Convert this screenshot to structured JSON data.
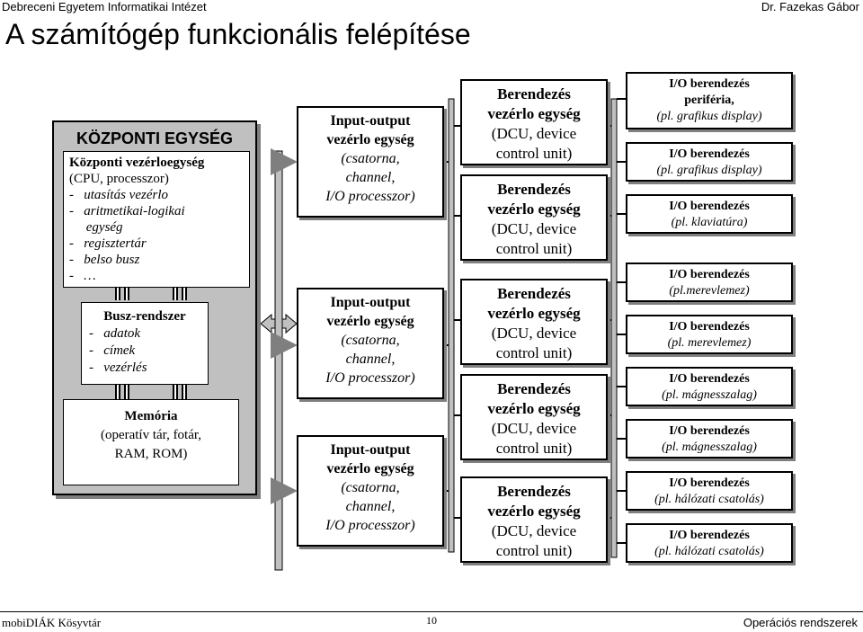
{
  "header": {
    "left": "Debreceni Egyetem Informatikai Intézet",
    "right": "Dr. Fazekas Gábor"
  },
  "title": "A számítógép funkcionális felépítése",
  "cpu": {
    "title": "KÖZPONTI EGYSÉG",
    "control": {
      "heading": "Központi vezérloegység",
      "sub": "(CPU, processzor)",
      "items": [
        "-   utasítás vezérlo",
        "-   aritmetikai-logikai",
        "     egység",
        "-   regisztertár",
        "-   belso busz",
        "-   …"
      ]
    },
    "bus": {
      "heading": "Busz-rendszer",
      "items": [
        "-   adatok",
        "-   címek",
        "-   vezérlés"
      ]
    },
    "memory": {
      "heading": "Memória",
      "line1": "(operatív tár, fotár,",
      "line2": "RAM, ROM)"
    }
  },
  "iop": [
    {
      "l1": "Input-output",
      "l2": "vezérlo egység",
      "l3": "(csatorna,",
      "l4": "channel,",
      "l5": "I/O processzor)"
    },
    {
      "l1": "Input-output",
      "l2": "vezérlo egység",
      "l3": "(csatorna,",
      "l4": "channel,",
      "l5": "I/O processzor)"
    },
    {
      "l1": "Input-output",
      "l2": "vezérlo egység",
      "l3": "(csatorna,",
      "l4": "channel,",
      "l5": "I/O processzor)"
    }
  ],
  "dcu": [
    {
      "l1": "Berendezés",
      "l2": "vezérlo egység",
      "l3": "(DCU, device",
      "l4": "control unit)"
    },
    {
      "l1": "Berendezés",
      "l2": "vezérlo egység",
      "l3": "(DCU, device",
      "l4": "control unit)"
    },
    {
      "l1": "Berendezés",
      "l2": "vezérlo egység",
      "l3": "(DCU, device",
      "l4": "control unit)"
    },
    {
      "l1": "Berendezés",
      "l2": "vezérlo egység",
      "l3": "(DCU, device",
      "l4": "control unit)"
    },
    {
      "l1": "Berendezés",
      "l2": "vezérlo egység",
      "l3": "(DCU, device",
      "l4": "control unit)"
    }
  ],
  "io": [
    {
      "l1": "I/O berendezés",
      "l1b": "periféria,",
      "l2": "(pl. grafikus display)"
    },
    {
      "l1": "I/O berendezés",
      "l2": "(pl. grafikus display)"
    },
    {
      "l1": "I/O berendezés",
      "l2": "(pl. klaviatúra)"
    },
    {
      "l1": "I/O berendezés",
      "l2": "(pl.merevlemez)"
    },
    {
      "l1": "I/O berendezés",
      "l2": "(pl. merevlemez)"
    },
    {
      "l1": "I/O berendezés",
      "l2": "(pl. mágnesszalag)"
    },
    {
      "l1": "I/O berendezés",
      "l2": "(pl. mágnesszalag)"
    },
    {
      "l1": "I/O berendezés",
      "l2": "(pl. hálózati csatolás)"
    },
    {
      "l1": "I/O berendezés",
      "l2": "(pl. hálózati csatolás)"
    }
  ],
  "footer": {
    "left": "mobiDIÁK Kösyvtár",
    "page": "10",
    "right": "Operációs rendszerek"
  }
}
